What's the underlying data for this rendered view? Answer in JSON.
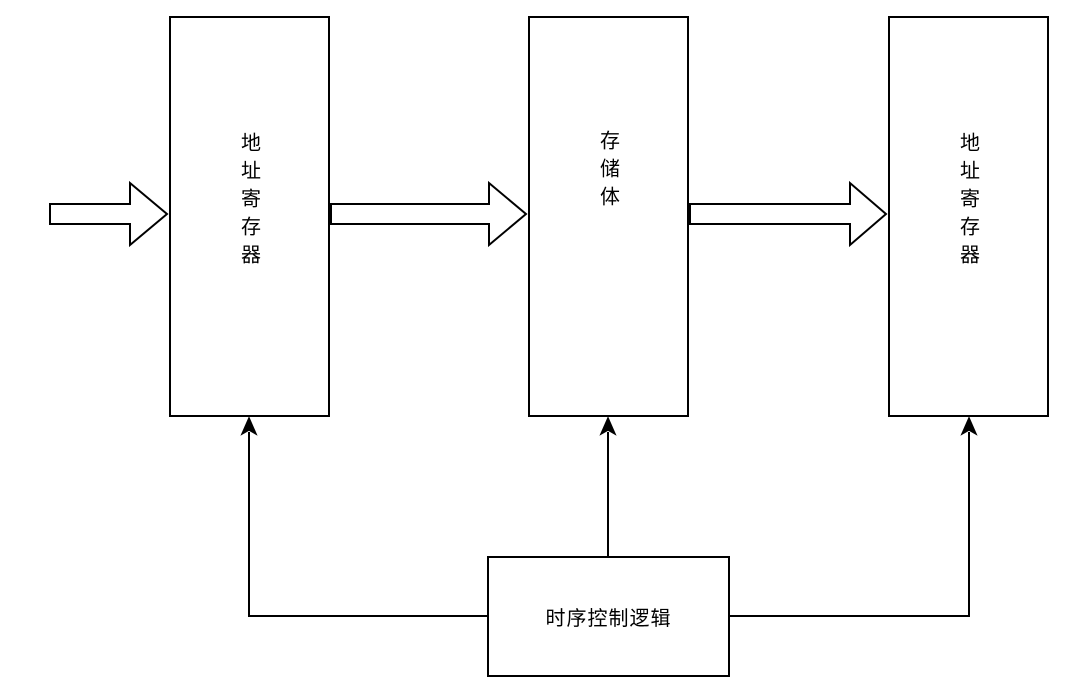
{
  "colors": {
    "stroke": "#000000",
    "fill": "#ffffff"
  },
  "blocks": {
    "address_register_in": {
      "label": "地址寄存器"
    },
    "memory": {
      "label": "存储体"
    },
    "address_register_out": {
      "label": "地址寄存器"
    },
    "timing_control": {
      "label": "时序控制逻辑"
    }
  },
  "connections": [
    {
      "from": "external",
      "to": "address_register_in",
      "style": "hollow-arrow"
    },
    {
      "from": "address_register_in",
      "to": "memory",
      "style": "hollow-arrow"
    },
    {
      "from": "memory",
      "to": "address_register_out",
      "style": "hollow-arrow"
    },
    {
      "from": "timing_control",
      "to": "address_register_in",
      "style": "line-arrow"
    },
    {
      "from": "timing_control",
      "to": "memory",
      "style": "line-arrow"
    },
    {
      "from": "timing_control",
      "to": "address_register_out",
      "style": "line-arrow"
    }
  ]
}
